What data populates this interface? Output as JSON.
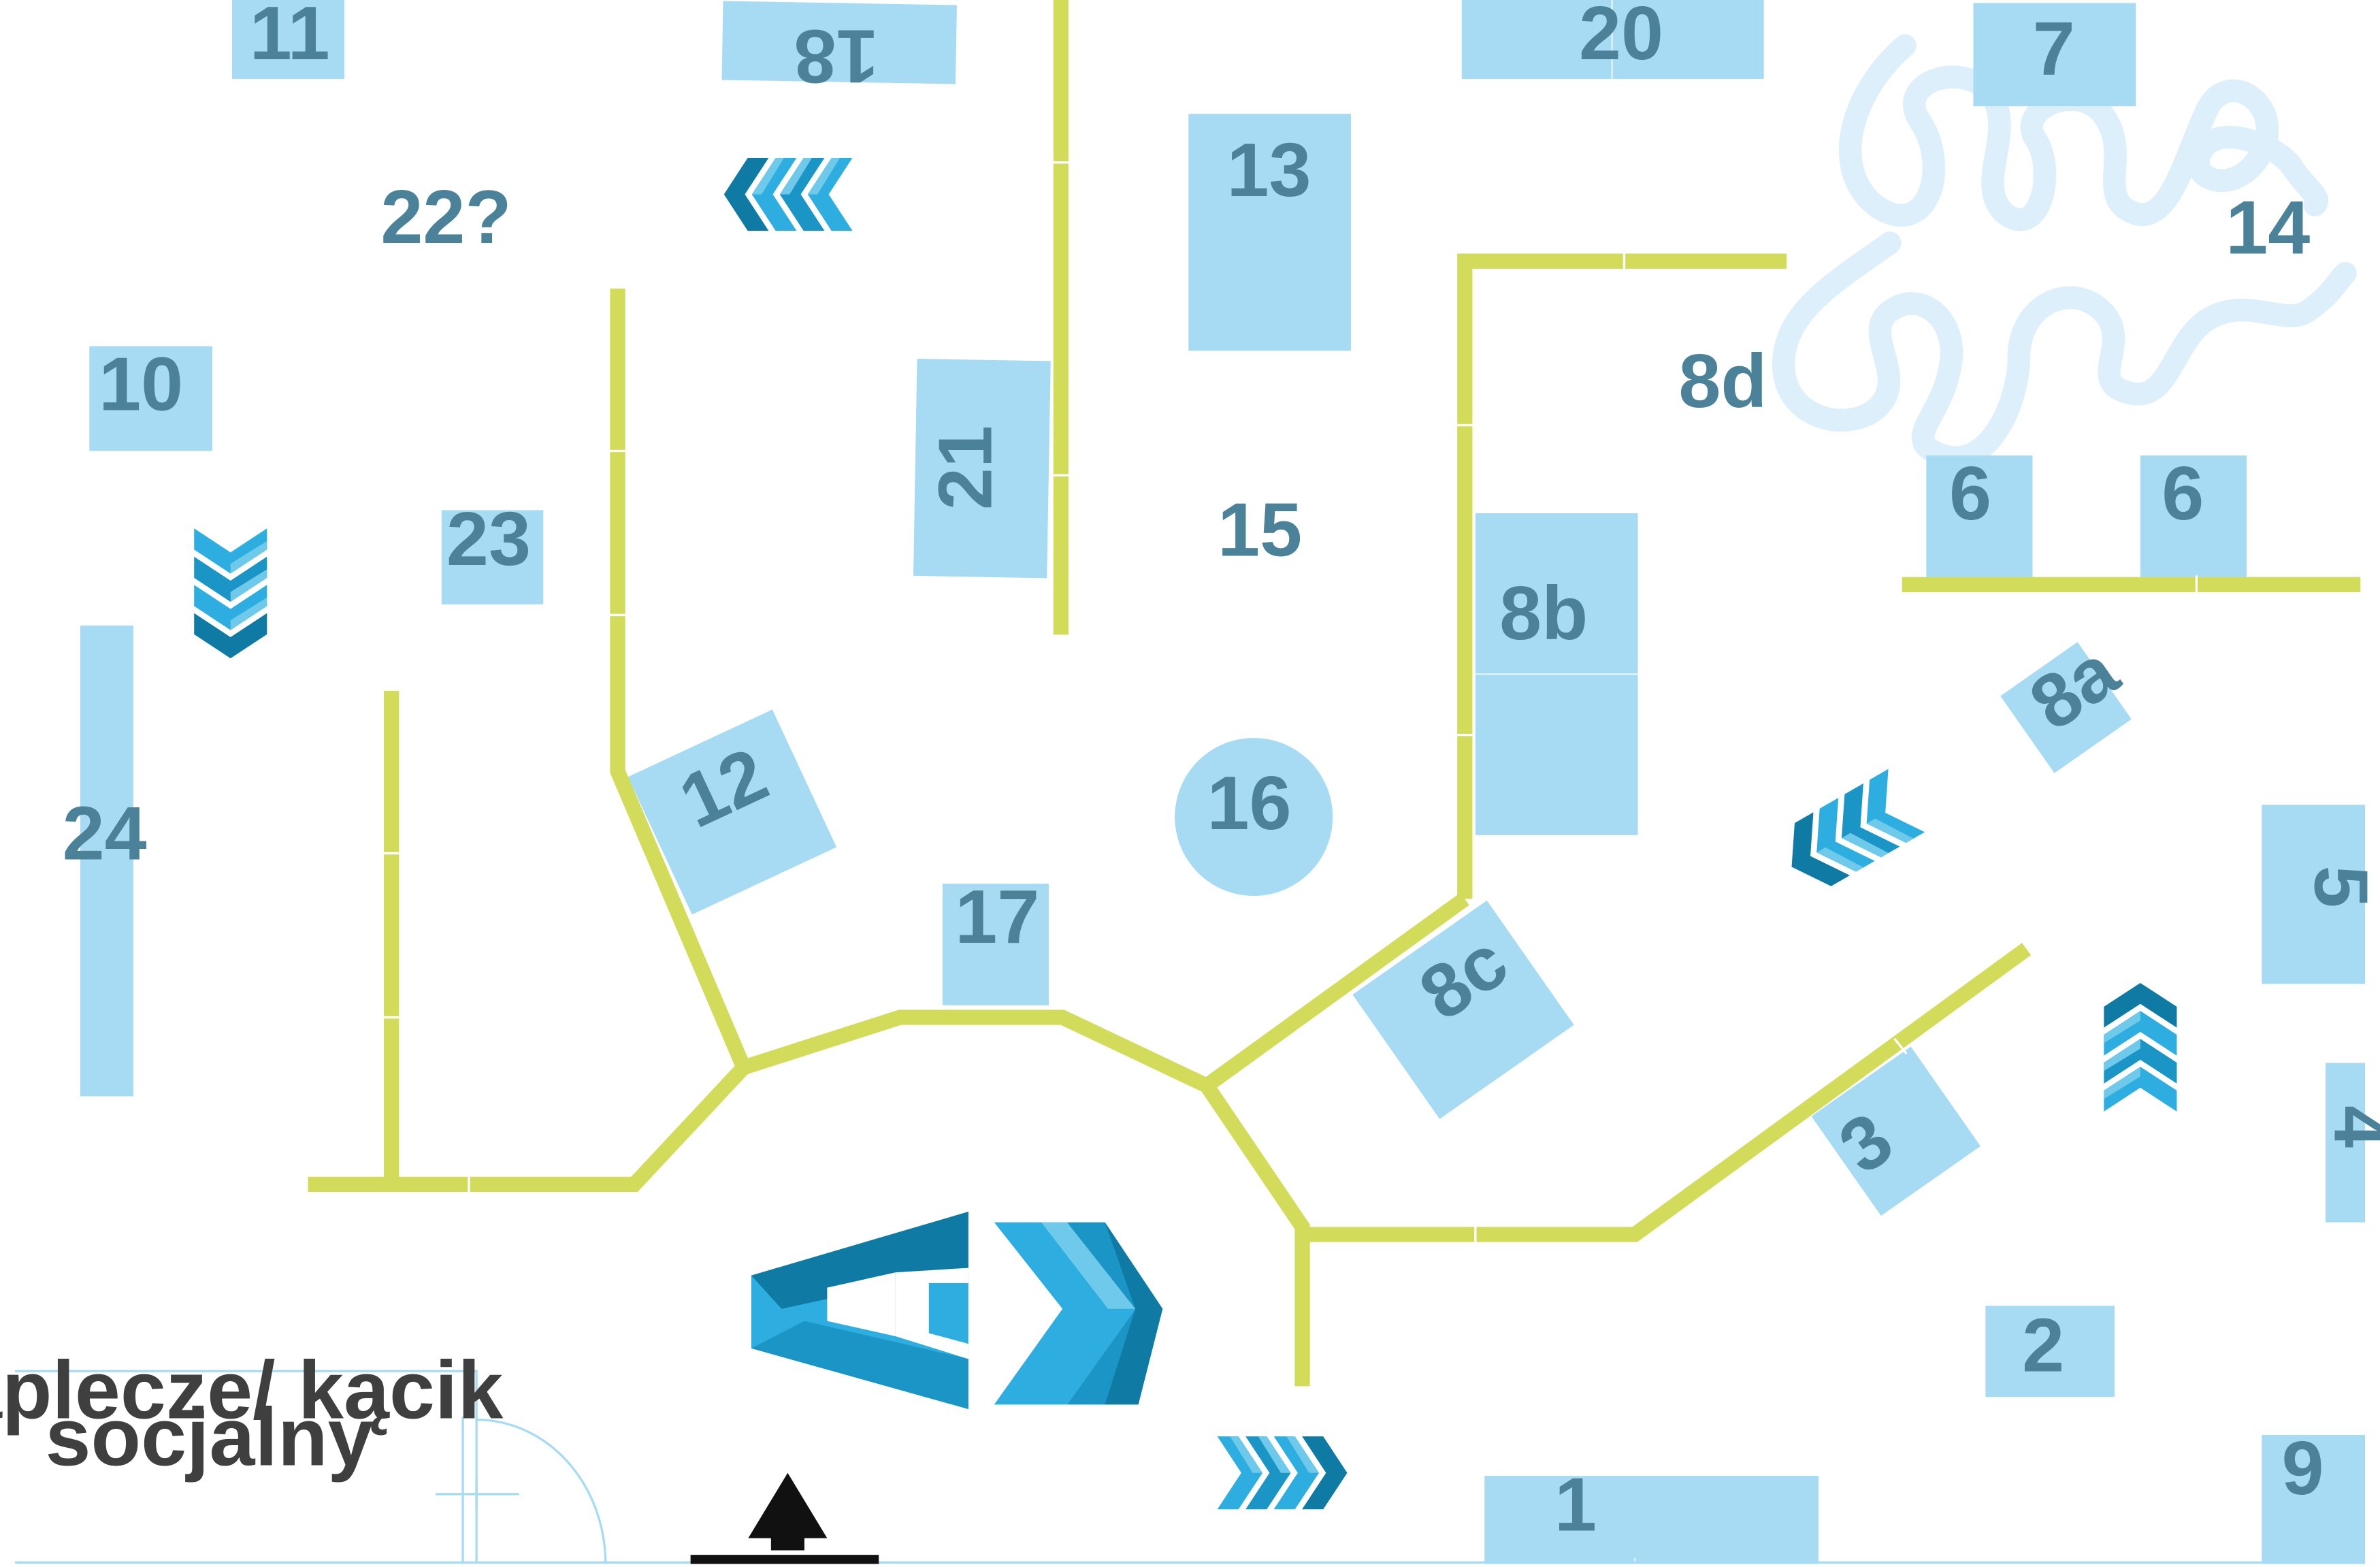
{
  "colors": {
    "booth": "#a6dbf3",
    "booth_label": "#4b8299",
    "wall": "#d2dc5a",
    "arrow_light": "#2eaee0",
    "arrow_mid": "#1b95c5",
    "arrow_dark": "#0f7aa3",
    "arrow_pale": "#6ec9ea",
    "decor_swirl": "#dceffa",
    "room_outline": "#a6dbf3",
    "room_text": "#3f3f3f",
    "entrance_arrow": "#111111"
  },
  "booths": {
    "b1": "1",
    "b2": "2",
    "b3": "3",
    "b4": "4",
    "b5": "5",
    "b6a": "6",
    "b6b": "6",
    "b7": "7",
    "b8a": "8a",
    "b8b": "8b",
    "b8c": "8c",
    "b8d": "8d",
    "b9": "9",
    "b10": "10",
    "b11": "11",
    "b12": "12",
    "b13": "13",
    "b14": "14",
    "b15": "15",
    "b16": "16",
    "b17": "17",
    "b18": "18",
    "b20": "20",
    "b21": "21",
    "b22": "22?",
    "b23": "23",
    "b24": "24"
  },
  "room": {
    "line1": "zaplecze/ kącik",
    "line2": "socjalny"
  },
  "icons": {
    "logo": "A-chevron-logo",
    "entrance": "entrance-arrow-up-icon",
    "direction": "chevron-arrow-icon"
  }
}
